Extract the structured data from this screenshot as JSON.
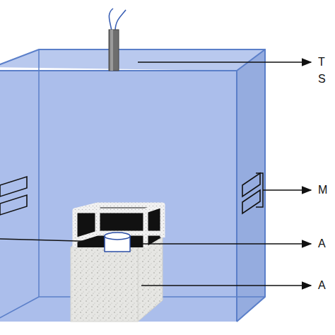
{
  "diagram": {
    "labels": [
      "T S",
      "M",
      "A",
      "A"
    ]
  }
}
